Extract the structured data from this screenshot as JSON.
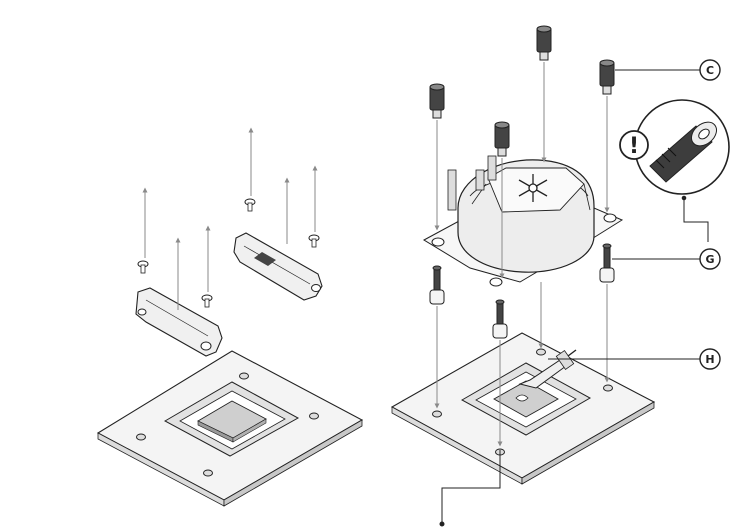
{
  "callouts": [
    {
      "id": "c",
      "label": "C"
    },
    {
      "id": "g",
      "label": "G"
    },
    {
      "id": "h",
      "label": "H"
    }
  ],
  "warning_symbol": "!",
  "colors": {
    "ink": "#222222",
    "board": "#f4f4f4",
    "socket": "#e0e0e0",
    "cpu": "#cfcfcf",
    "pump": "#ededed",
    "screw_head": "#444444",
    "arrow": "#8a8a8a"
  },
  "icons": [
    "warning-icon",
    "snowflake-icon",
    "thermal-paste-syringe-icon"
  ]
}
